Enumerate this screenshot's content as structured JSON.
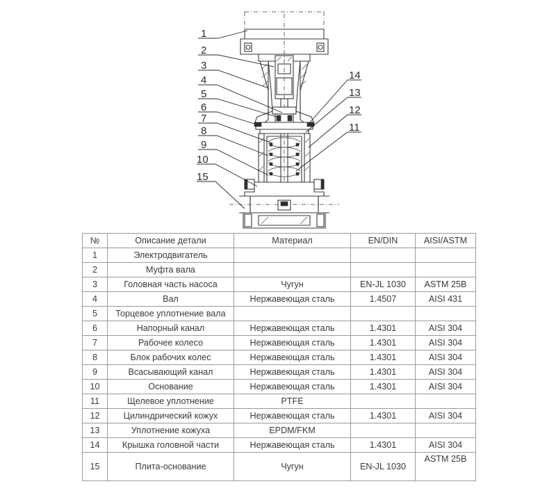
{
  "drawing": {
    "callouts": [
      "1",
      "2",
      "3",
      "4",
      "5",
      "6",
      "7",
      "8",
      "9",
      "10",
      "15",
      "14",
      "13",
      "12",
      "11"
    ]
  },
  "table": {
    "headers": [
      "№",
      "Описание детали",
      "Материал",
      "EN/DIN",
      "AISI/ASTM"
    ],
    "rows": [
      {
        "no": "1",
        "desc": "Электродвигатель",
        "mat": "",
        "en": "",
        "aisi": ""
      },
      {
        "no": "2",
        "desc": "Муфта вала",
        "mat": "",
        "en": "",
        "aisi": ""
      },
      {
        "no": "3",
        "desc": "Головная часть насоса",
        "mat": "Чугун",
        "en": "EN-JL 1030",
        "aisi": "ASTM 25B"
      },
      {
        "no": "4",
        "desc": "Вал",
        "mat": "Нержавеющая сталь",
        "en": "1.4507",
        "aisi": "AISI 431"
      },
      {
        "no": "5",
        "desc": "Торцевое уплотнение вала",
        "mat": "",
        "en": "",
        "aisi": ""
      },
      {
        "no": "6",
        "desc": "Напорный канал",
        "mat": "Нержавеющая сталь",
        "en": "1.4301",
        "aisi": "AISI 304"
      },
      {
        "no": "7",
        "desc": "Рабочее колесо",
        "mat": "Нержавеющая сталь",
        "en": "1.4301",
        "aisi": "AISI 304"
      },
      {
        "no": "8",
        "desc": "Блок рабочих колес",
        "mat": "Нержавеющая сталь",
        "en": "1.4301",
        "aisi": "AISI 304"
      },
      {
        "no": "9",
        "desc": "Всасывающий канал",
        "mat": "Нержавеющая сталь",
        "en": "1.4301",
        "aisi": "AISI 304"
      },
      {
        "no": "10",
        "desc": "Основание",
        "mat": "Нержавеющая сталь",
        "en": "1.4301",
        "aisi": "AISI 304"
      },
      {
        "no": "11",
        "desc": "Щелевое уплотнение",
        "mat": "PTFE",
        "en": "",
        "aisi": ""
      },
      {
        "no": "12",
        "desc": "Цилиндрический кожух",
        "mat": "Нержавеющая сталь",
        "en": "1.4301",
        "aisi": "AISI 304"
      },
      {
        "no": "13",
        "desc": "Уплотнение кожуха",
        "mat": "EPDM/FKM",
        "en": "",
        "aisi": ""
      },
      {
        "no": "14",
        "desc": "Крышка головной части",
        "mat": "Нержавеющая сталь",
        "en": "1.4301",
        "aisi": "AISI 304"
      },
      {
        "no": "15",
        "desc": "Плита-основание",
        "mat": "Чугун",
        "en": "EN-JL 1030",
        "aisi": "ASTM 25B"
      }
    ]
  }
}
